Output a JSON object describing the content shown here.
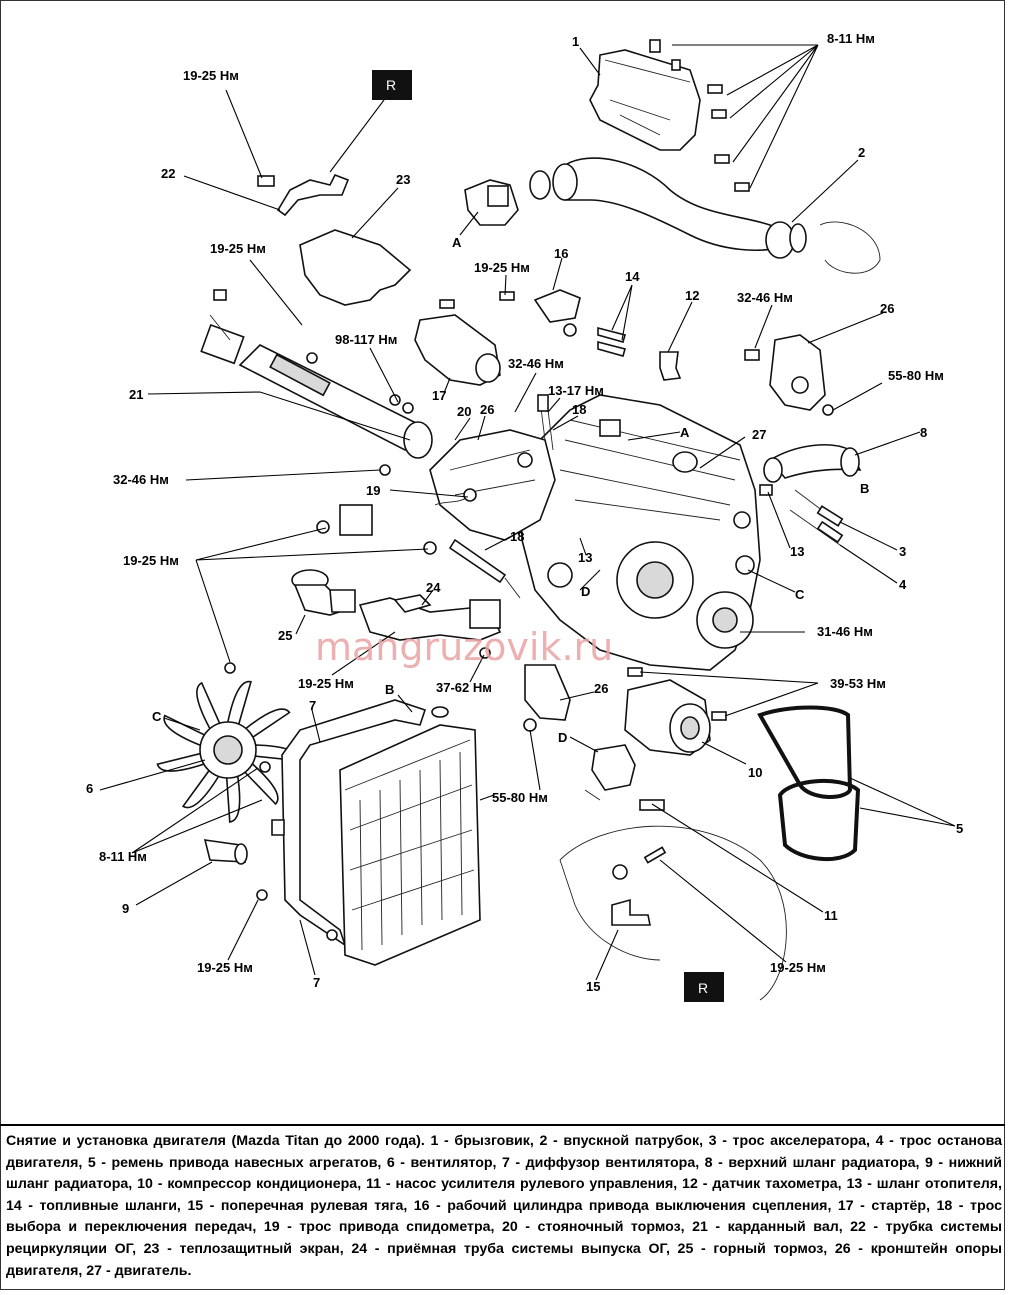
{
  "watermark": "mangruzovik.ru",
  "markers": {
    "r_top": "R",
    "r_bottom": "R"
  },
  "torques": {
    "t1": "8-11 Нм",
    "t2": "19-25 Нм",
    "t3": "19-25 Нм",
    "t4": "32-46 Нм",
    "t5": "98-117 Нм",
    "t6": "32-46 Нм",
    "t7": "13-17 Нм",
    "t8": "19-25 Нм",
    "t9": "32-46 Нм",
    "t10": "55-80 Нм",
    "t11": "19-25 Нм",
    "t12": "19-25 Нм",
    "t13": "37-62 Нм",
    "t14": "31-46 Нм",
    "t15": "39-53 Нм",
    "t16": "55-80 Нм",
    "t17": "8-11 Нм",
    "t18": "19-25 Нм",
    "t19": "19-25 Нм"
  },
  "parts": {
    "p1": "1",
    "p2": "2",
    "p3": "3",
    "p4": "4",
    "p5": "5",
    "p6": "6",
    "p7a": "7",
    "p7b": "7",
    "p8": "8",
    "p9": "9",
    "p10": "10",
    "p11": "11",
    "p12": "12",
    "p13a": "13",
    "p13b": "13",
    "p14": "14",
    "p15": "15",
    "p16": "16",
    "p17": "17",
    "p18a": "18",
    "p18b": "18",
    "p19": "19",
    "p20": "20",
    "p21": "21",
    "p22": "22",
    "p23": "23",
    "p24": "24",
    "p25": "25",
    "p26a": "26",
    "p26b": "26",
    "p26c": "26",
    "p27": "27"
  },
  "refs": {
    "a1": "A",
    "a2": "A",
    "b1": "B",
    "b2": "B",
    "c1": "C",
    "c2": "C",
    "d1": "D",
    "d2": "D"
  },
  "caption": "Снятие и установка двигателя (Mazda Titan до 2000 года). 1 - брызговик, 2 - впускной патрубок, 3 - трос акселератора, 4 - трос останова двигателя, 5 - ремень привода навесных агрегатов, 6 - вентилятор, 7 - диффузор вентилятора, 8 - верхний шланг радиатора, 9 - нижний шланг радиатора, 10 - компрессор кондиционера, 11 - насос усилителя рулевого управления, 12 - датчик тахометра, 13 - шланг отопителя, 14 - топливные шланги, 15 - поперечная рулевая тяга, 16 - рабочий цилиндра привода выключения сцепления, 17 - стартёр, 18 - трос выбора и переключения передач, 19 - трос привода спидометра, 20 - стояночный тормоз, 21 - карданный вал, 22 - трубка системы рециркуляции ОГ, 23 - теплозащитный экран, 24 - приёмная труба системы выпуска ОГ, 25 - горный тормоз, 26 - кронштейн опоры двигателя, 27 - двигатель."
}
